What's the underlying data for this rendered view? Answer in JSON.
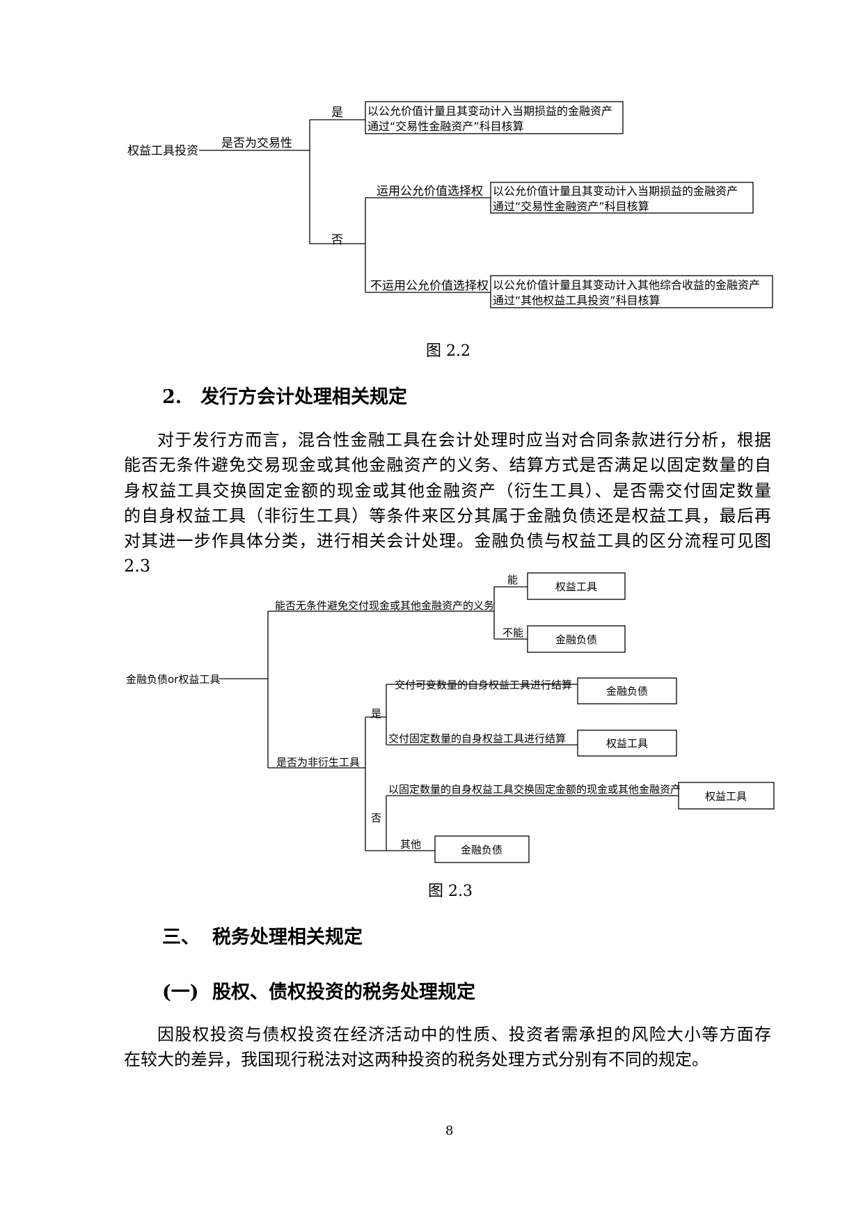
{
  "figure_2_2": {
    "root": "权益工具投资",
    "question": "是否为交易性",
    "yes": "是",
    "no": "否",
    "yes_result_line1": "以公允价值计量且其变动计入当期损益的金融资产",
    "yes_result_line2": "通过“交易性金融资产”科目核算",
    "option_use": "运用公允价值选择权",
    "option_use_line1": "以公允价值计量且其变动计入当期损益的金融资产",
    "option_use_line2": "通过“交易性金融资产”科目核算",
    "option_not_use": "不运用公允价值选择权",
    "option_not_use_line1": "以公允价值计量且其变动计入其他综合收益的金融资产",
    "option_not_use_line2": "通过“其他权益工具投资”科目核算",
    "caption": "图 2.2"
  },
  "section_2": {
    "number": "2.",
    "title": "发行方会计处理相关规定",
    "paragraph_lines": [
      "对于发行方而言，混合性金融工具在会计处理时应当对合同条款进行分析，根据",
      "能否无条件避免交易现金或其他金融资产的义务、结算方式是否满足以固定数量的自",
      "身权益工具交换固定金额的现金或其他金融资产（衍生工具）、是否需交付固定数量",
      "的自身权益工具（非衍生工具）等条件来区分其属于金融负债还是权益工具，最后再",
      "对其进一步作具体分类，进行相关会计处理。金融负债与权益工具的区分流程可见图",
      "2.3"
    ]
  },
  "figure_2_3": {
    "root": "金融负债or权益工具",
    "q1": "能否无条件避免交付现金或其他金融资产的义务",
    "q1_yes": "能",
    "q1_yes_result": "权益工具",
    "q1_no": "不能",
    "q1_no_result": "金融负债",
    "q2": "是否为非衍生工具",
    "q2_yes": "是",
    "q2_yes_a": "交付可变数量的自身权益工具进行结算",
    "q2_yes_a_result": "金融负债",
    "q2_yes_b": "交付固定数量的自身权益工具进行结算",
    "q2_yes_b_result": "权益工具",
    "q2_no": "否",
    "q2_no_a": "以固定数量的自身权益工具交换固定金额的现金或其他金融资产",
    "q2_no_a_result": "权益工具",
    "q2_no_b": "其他",
    "q2_no_b_result": "金融负债",
    "caption": "图 2.3"
  },
  "section_3": {
    "number": "三、",
    "title": "税务处理相关规定"
  },
  "subsection_1": {
    "number": "(一)",
    "title": "股权、债权投资的税务处理规定",
    "paragraph_lines": [
      "因股权投资与债权投资在经济活动中的性质、投资者需承担的风险大小等方面存",
      "在较大的差异，我国现行税法对这两种投资的税务处理方式分别有不同的规定。"
    ]
  },
  "page_number": "8"
}
